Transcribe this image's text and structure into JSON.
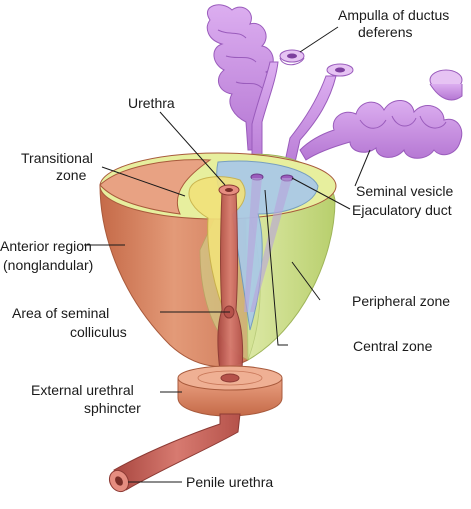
{
  "labels": {
    "ampulla": [
      "Ampulla of ductus",
      "deferens"
    ],
    "urethra": "Urethra",
    "transitional": [
      "Transitional",
      "zone"
    ],
    "seminal_vesicle": "Seminal vesicle",
    "ejaculatory_duct": "Ejaculatory duct",
    "anterior_region": [
      "Anterior region",
      "(nonglandular)"
    ],
    "peripheral_zone": "Peripheral zone",
    "seminal_colliculus": [
      "Area of seminal",
      "colliculus"
    ],
    "central_zone": "Central zone",
    "external_sphincter": [
      "External urethral",
      "sphincter"
    ],
    "penile_urethra": "Penile urethra"
  },
  "colors": {
    "anterior": "#d9825f",
    "peripheral": "#cfe08e",
    "central": "#a9c9e8",
    "transitional": "#f2e27a",
    "urethra": "#c9605a",
    "vesicle": "#c88de0",
    "sphincter": "#d9856a"
  }
}
